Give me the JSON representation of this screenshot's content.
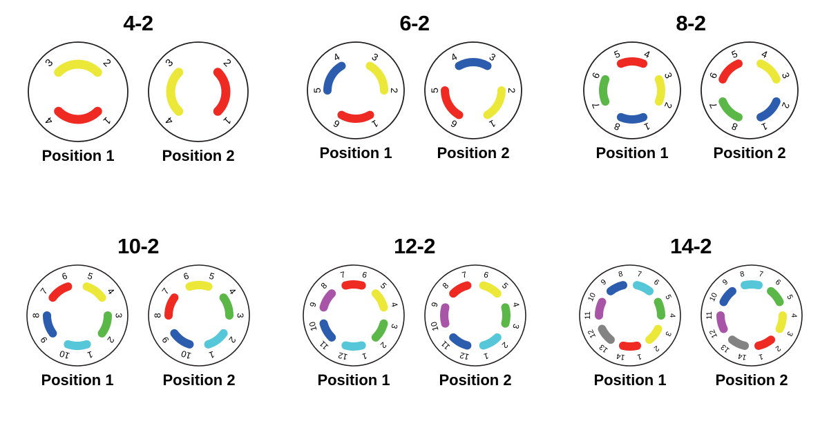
{
  "figure": {
    "background": "#ffffff",
    "ring_stroke": "#231f20",
    "number_color": "#000000",
    "caption_1": "Position 1",
    "caption_2": "Position 2"
  },
  "palette": {
    "red": "#ee2a23",
    "yellow": "#ece83a",
    "blue": "#2b5cad",
    "green": "#5bb848",
    "cyan": "#56c7d9",
    "purple": "#a855a8",
    "gray": "#838383"
  },
  "panels": [
    {
      "title": "4-2",
      "n": 4,
      "ring_radius": 72,
      "number_radius": 59,
      "arc_radius": 40,
      "arc_width": 13,
      "number_font": 15,
      "positions": [
        {
          "caption": "Position 1",
          "arcs": [
            {
              "color": "yellow",
              "from": 3,
              "to": 2
            },
            {
              "color": "red",
              "from": 4,
              "to": 1
            }
          ]
        },
        {
          "caption": "Position 2",
          "arcs": [
            {
              "color": "yellow",
              "from": 4,
              "to": 3
            },
            {
              "color": "red",
              "from": 1,
              "to": 2
            }
          ]
        }
      ]
    },
    {
      "title": "6-2",
      "n": 6,
      "ring_radius": 70,
      "number_radius": 56,
      "arc_radius": 41,
      "arc_width": 12,
      "number_font": 14,
      "positions": [
        {
          "caption": "Position 1",
          "arcs": [
            {
              "color": "blue",
              "from": 5,
              "to": 4
            },
            {
              "color": "yellow",
              "from": 3,
              "to": 2
            },
            {
              "color": "red",
              "from": 6,
              "to": 1
            }
          ]
        },
        {
          "caption": "Position 2",
          "arcs": [
            {
              "color": "blue",
              "from": 4,
              "to": 3
            },
            {
              "color": "yellow",
              "from": 2,
              "to": 1
            },
            {
              "color": "red",
              "from": 6,
              "to": 5
            }
          ]
        }
      ]
    },
    {
      "title": "8-2",
      "n": 8,
      "ring_radius": 70,
      "number_radius": 57,
      "arc_radius": 42,
      "arc_width": 12,
      "number_font": 14,
      "positions": [
        {
          "caption": "Position 1",
          "arcs": [
            {
              "color": "red",
              "from": 5,
              "to": 4
            },
            {
              "color": "yellow",
              "from": 3,
              "to": 2
            },
            {
              "color": "blue",
              "from": 8,
              "to": 1
            },
            {
              "color": "green",
              "from": 7,
              "to": 6
            }
          ]
        },
        {
          "caption": "Position 2",
          "arcs": [
            {
              "color": "yellow",
              "from": 4,
              "to": 3
            },
            {
              "color": "blue",
              "from": 2,
              "to": 1
            },
            {
              "color": "green",
              "from": 8,
              "to": 7
            },
            {
              "color": "red",
              "from": 6,
              "to": 5
            }
          ]
        }
      ]
    },
    {
      "title": "10-2",
      "n": 10,
      "ring_radius": 73,
      "number_radius": 60,
      "arc_radius": 44,
      "arc_width": 12,
      "number_font": 13,
      "positions": [
        {
          "caption": "Position 1",
          "arcs": [
            {
              "color": "yellow",
              "from": 5,
              "to": 4
            },
            {
              "color": "green",
              "from": 3,
              "to": 2
            },
            {
              "color": "cyan",
              "from": 1,
              "to": 10
            },
            {
              "color": "blue",
              "from": 9,
              "to": 8
            },
            {
              "color": "red",
              "from": 7,
              "to": 6
            }
          ]
        },
        {
          "caption": "Position 2",
          "arcs": [
            {
              "color": "yellow",
              "from": 6,
              "to": 5
            },
            {
              "color": "green",
              "from": 4,
              "to": 3
            },
            {
              "color": "cyan",
              "from": 2,
              "to": 1
            },
            {
              "color": "blue",
              "from": 10,
              "to": 9
            },
            {
              "color": "red",
              "from": 8,
              "to": 7
            }
          ]
        }
      ]
    },
    {
      "title": "12-2",
      "n": 12,
      "ring_radius": 73,
      "number_radius": 61,
      "arc_radius": 45,
      "arc_width": 12,
      "number_font": 12,
      "positions": [
        {
          "caption": "Position 1",
          "arcs": [
            {
              "color": "red",
              "from": 7,
              "to": 6
            },
            {
              "color": "yellow",
              "from": 5,
              "to": 4
            },
            {
              "color": "green",
              "from": 3,
              "to": 2
            },
            {
              "color": "cyan",
              "from": 1,
              "to": 12
            },
            {
              "color": "blue",
              "from": 11,
              "to": 10
            },
            {
              "color": "purple",
              "from": 9,
              "to": 8
            }
          ]
        },
        {
          "caption": "Position 2",
          "arcs": [
            {
              "color": "red",
              "from": 8,
              "to": 7
            },
            {
              "color": "yellow",
              "from": 6,
              "to": 5
            },
            {
              "color": "green",
              "from": 4,
              "to": 3
            },
            {
              "color": "cyan",
              "from": 2,
              "to": 1
            },
            {
              "color": "blue",
              "from": 12,
              "to": 11
            },
            {
              "color": "purple",
              "from": 10,
              "to": 9
            }
          ]
        }
      ]
    },
    {
      "title": "14-2",
      "n": 14,
      "ring_radius": 73,
      "number_radius": 61,
      "arc_radius": 45,
      "arc_width": 12,
      "number_font": 11,
      "positions": [
        {
          "caption": "Position 1",
          "arcs": [
            {
              "color": "cyan",
              "from": 7,
              "to": 6
            },
            {
              "color": "green",
              "from": 5,
              "to": 4
            },
            {
              "color": "yellow",
              "from": 3,
              "to": 2
            },
            {
              "color": "red",
              "from": 1,
              "to": 14
            },
            {
              "color": "gray",
              "from": 13,
              "to": 12
            },
            {
              "color": "purple",
              "from": 11,
              "to": 10
            },
            {
              "color": "blue",
              "from": 9,
              "to": 8
            }
          ]
        },
        {
          "caption": "Position 2",
          "arcs": [
            {
              "color": "cyan",
              "from": 8,
              "to": 7
            },
            {
              "color": "green",
              "from": 6,
              "to": 5
            },
            {
              "color": "yellow",
              "from": 4,
              "to": 3
            },
            {
              "color": "red",
              "from": 2,
              "to": 1
            },
            {
              "color": "gray",
              "from": 14,
              "to": 13
            },
            {
              "color": "purple",
              "from": 12,
              "to": 11
            },
            {
              "color": "blue",
              "from": 10,
              "to": 9
            }
          ]
        }
      ]
    }
  ]
}
